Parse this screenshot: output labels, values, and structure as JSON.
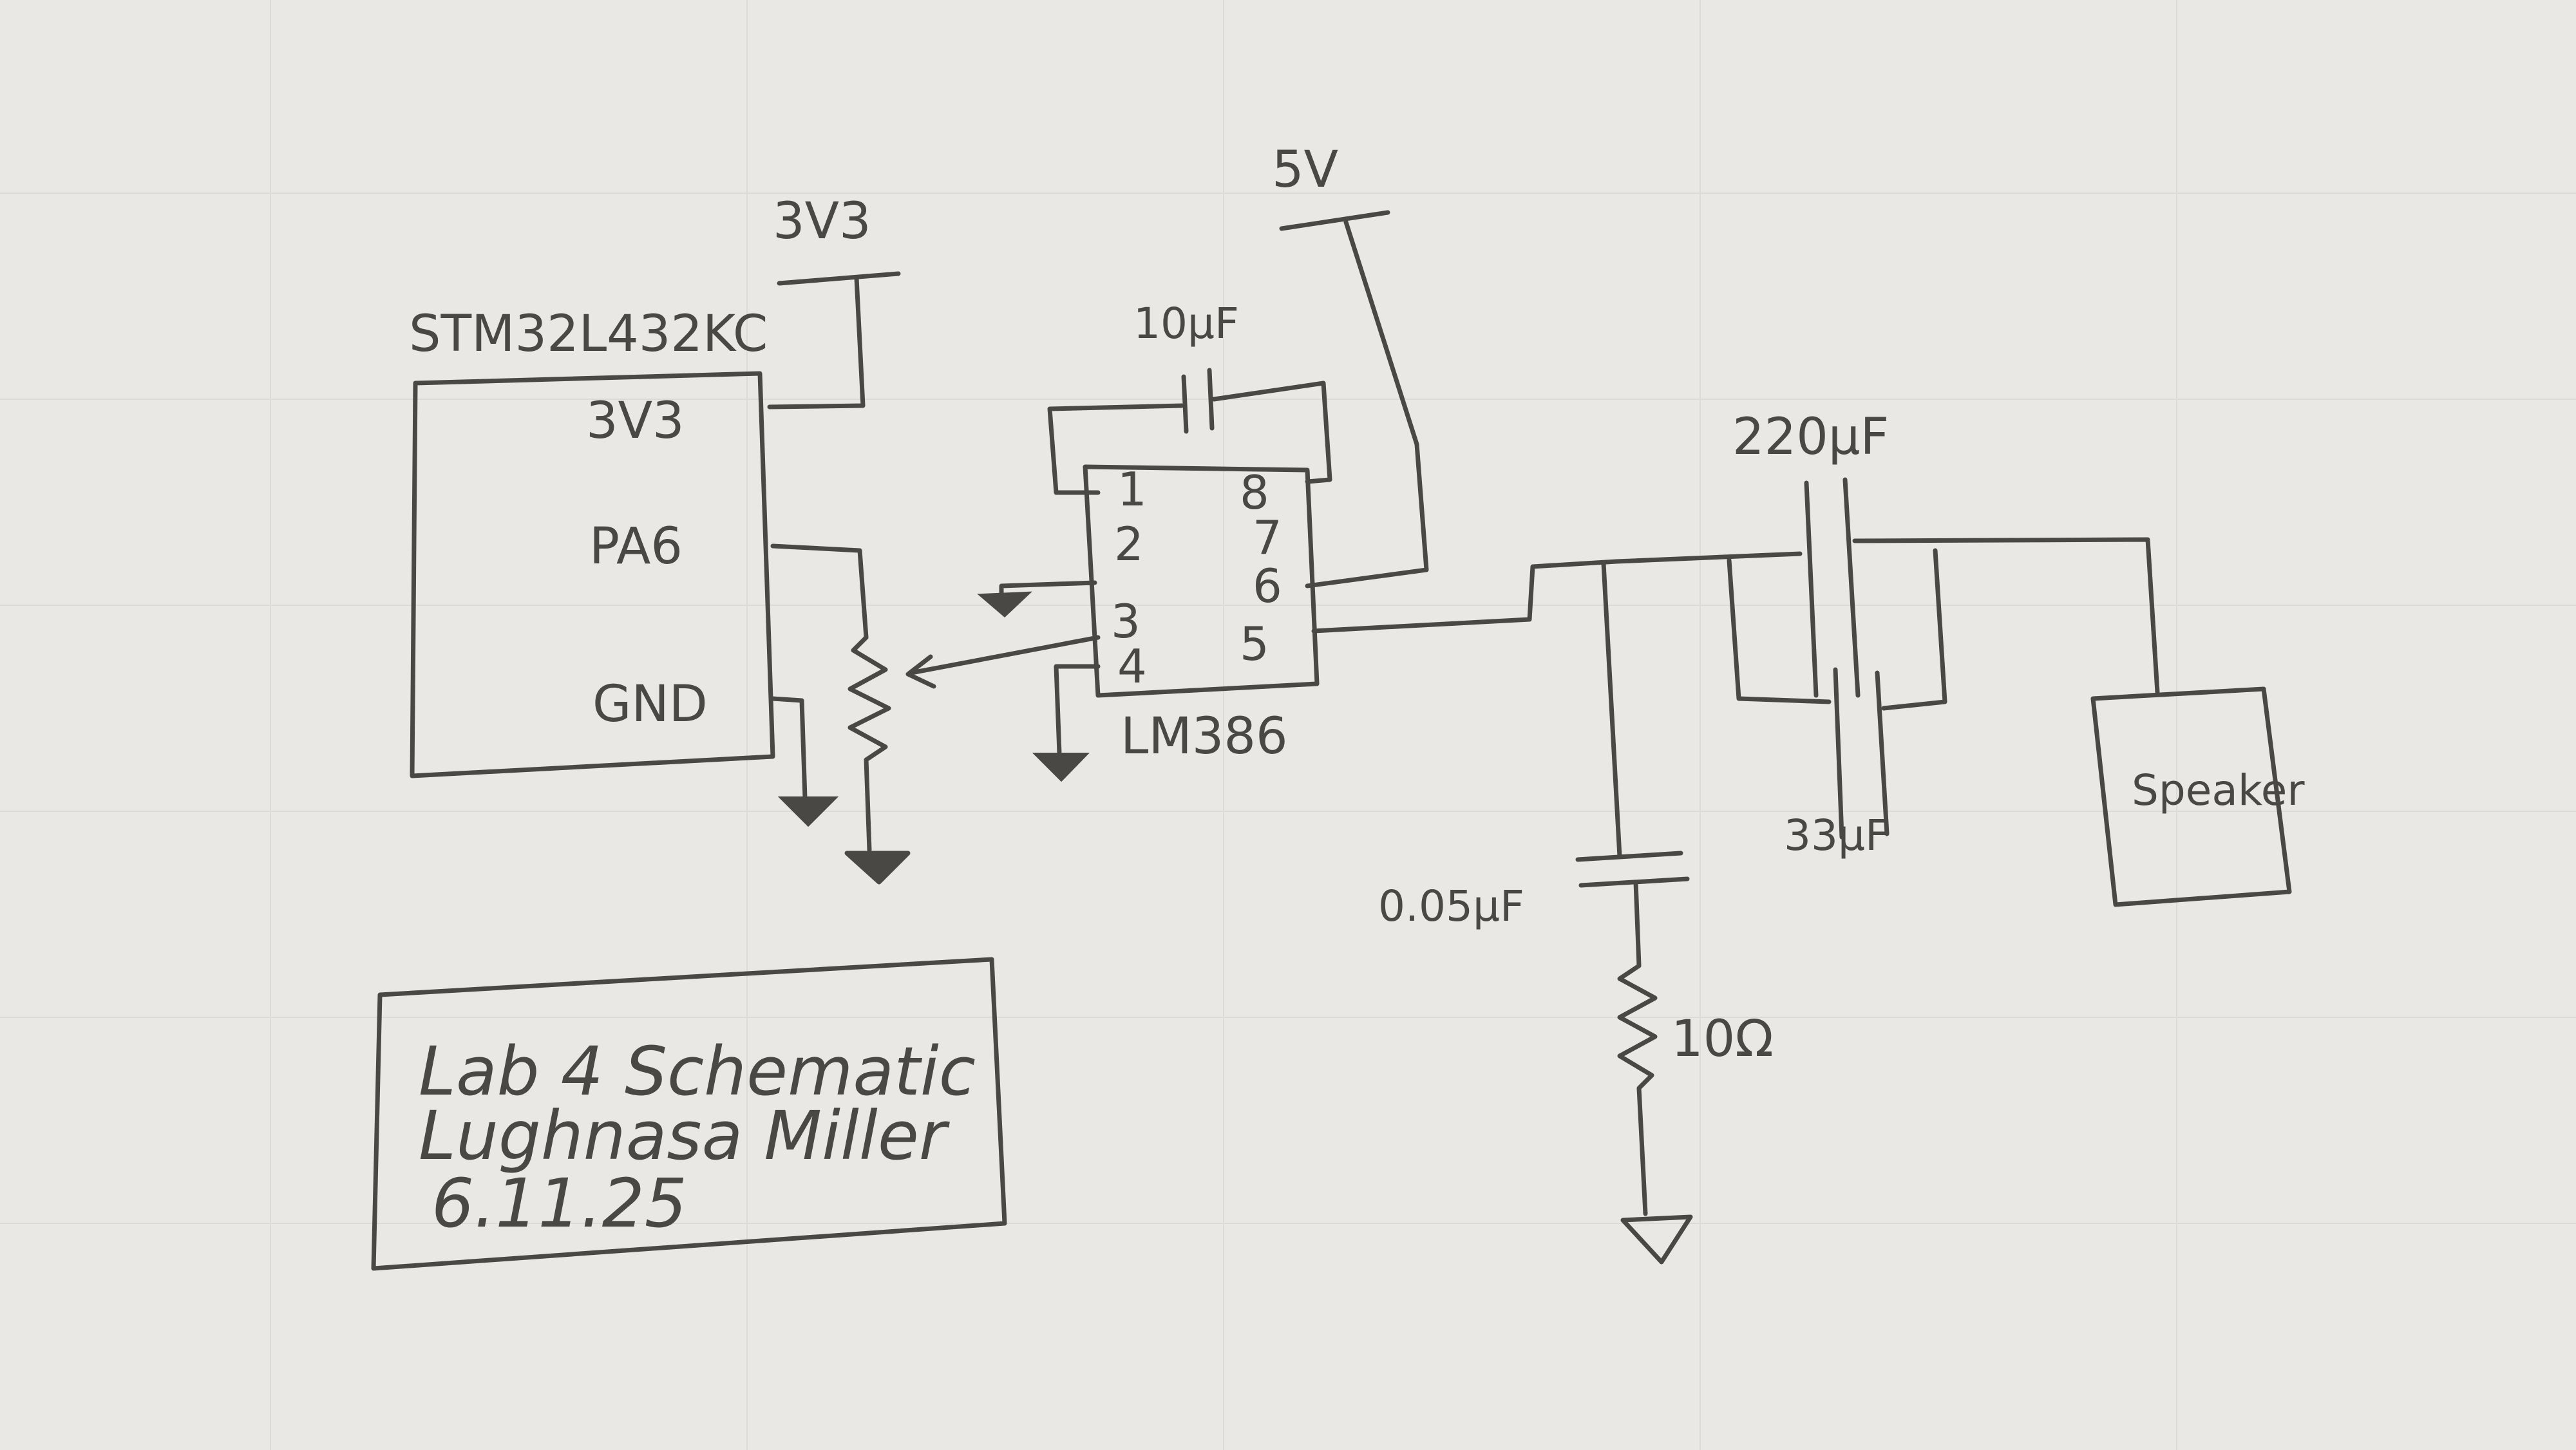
{
  "mcu": {
    "name": "STM32L432KC",
    "pins": {
      "vdd": "3V3",
      "out": "PA6",
      "gnd": "GND"
    }
  },
  "rails": {
    "v33": "3V3",
    "v5": "5V"
  },
  "amp": {
    "name": "LM386",
    "pins": [
      "1",
      "2",
      "3",
      "4",
      "5",
      "6",
      "7",
      "8"
    ]
  },
  "components": {
    "gain_cap": "10μF",
    "output_cap": "220μF",
    "parallel_cap": "33μF",
    "zobel_cap": "0.05μF",
    "zobel_res": "10Ω",
    "speaker": "Speaker"
  },
  "title_block": {
    "line1": "Lab 4 Schematic",
    "line2": "Lughnasa Miller",
    "line3": "6.11.25"
  }
}
